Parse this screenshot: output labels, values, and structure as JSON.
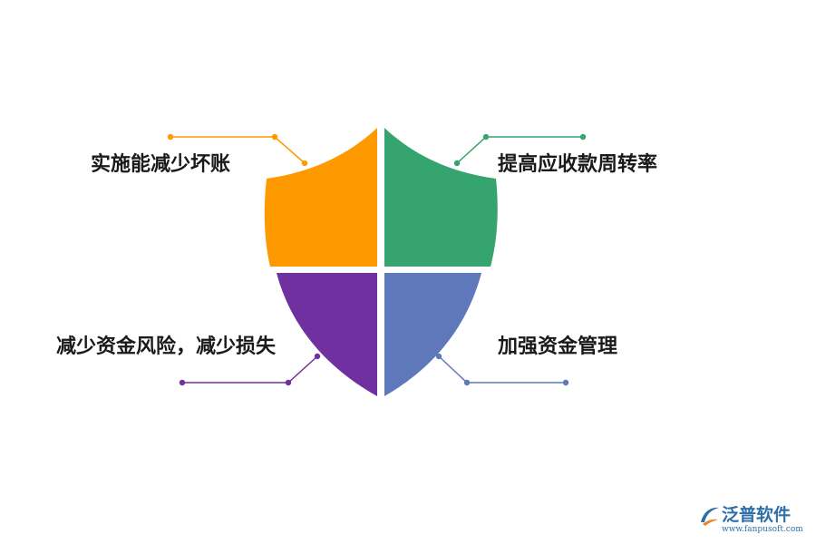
{
  "diagram": {
    "quadrants": [
      {
        "id": "top-left",
        "label": "实施能减少坏账",
        "color": "#FF9900"
      },
      {
        "id": "top-right",
        "label": "提高应收款周转率",
        "color": "#35A46E"
      },
      {
        "id": "bottom-left",
        "label": "减少资金风险，减少损失",
        "color": "#7030A0"
      },
      {
        "id": "bottom-right",
        "label": "加强资金管理",
        "color": "#5F78BB"
      }
    ]
  },
  "logo": {
    "name": "泛普软件",
    "url": "www.fanpusoft.com",
    "color": "#2F6FA8",
    "accent": "#E8832A"
  }
}
